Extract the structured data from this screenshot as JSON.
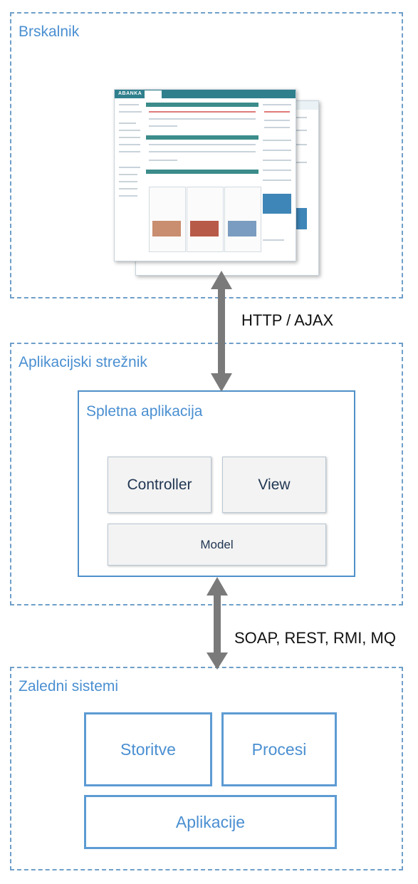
{
  "tiers": {
    "browser": {
      "label": "Brskalnik"
    },
    "app_server": {
      "label": "Aplikacijski strežnik"
    },
    "backend": {
      "label": "Zaledni sistemi"
    }
  },
  "web_app": {
    "label": "Spletna aplikacija",
    "controller": "Controller",
    "view": "View",
    "model": "Model"
  },
  "backend_components": {
    "services": "Storitve",
    "processes": "Procesi",
    "applications": "Aplikacije"
  },
  "arrows": {
    "top": "HTTP / AJAX",
    "bottom": "SOAP, REST, RMI, MQ"
  },
  "screenshot": {
    "logo": "ABANKA"
  },
  "colors": {
    "dashed_border": "#6f9fc9",
    "label_blue": "#4a8fd1",
    "arrow_gray": "#7a7a7a",
    "teal": "#2f7f8c"
  }
}
